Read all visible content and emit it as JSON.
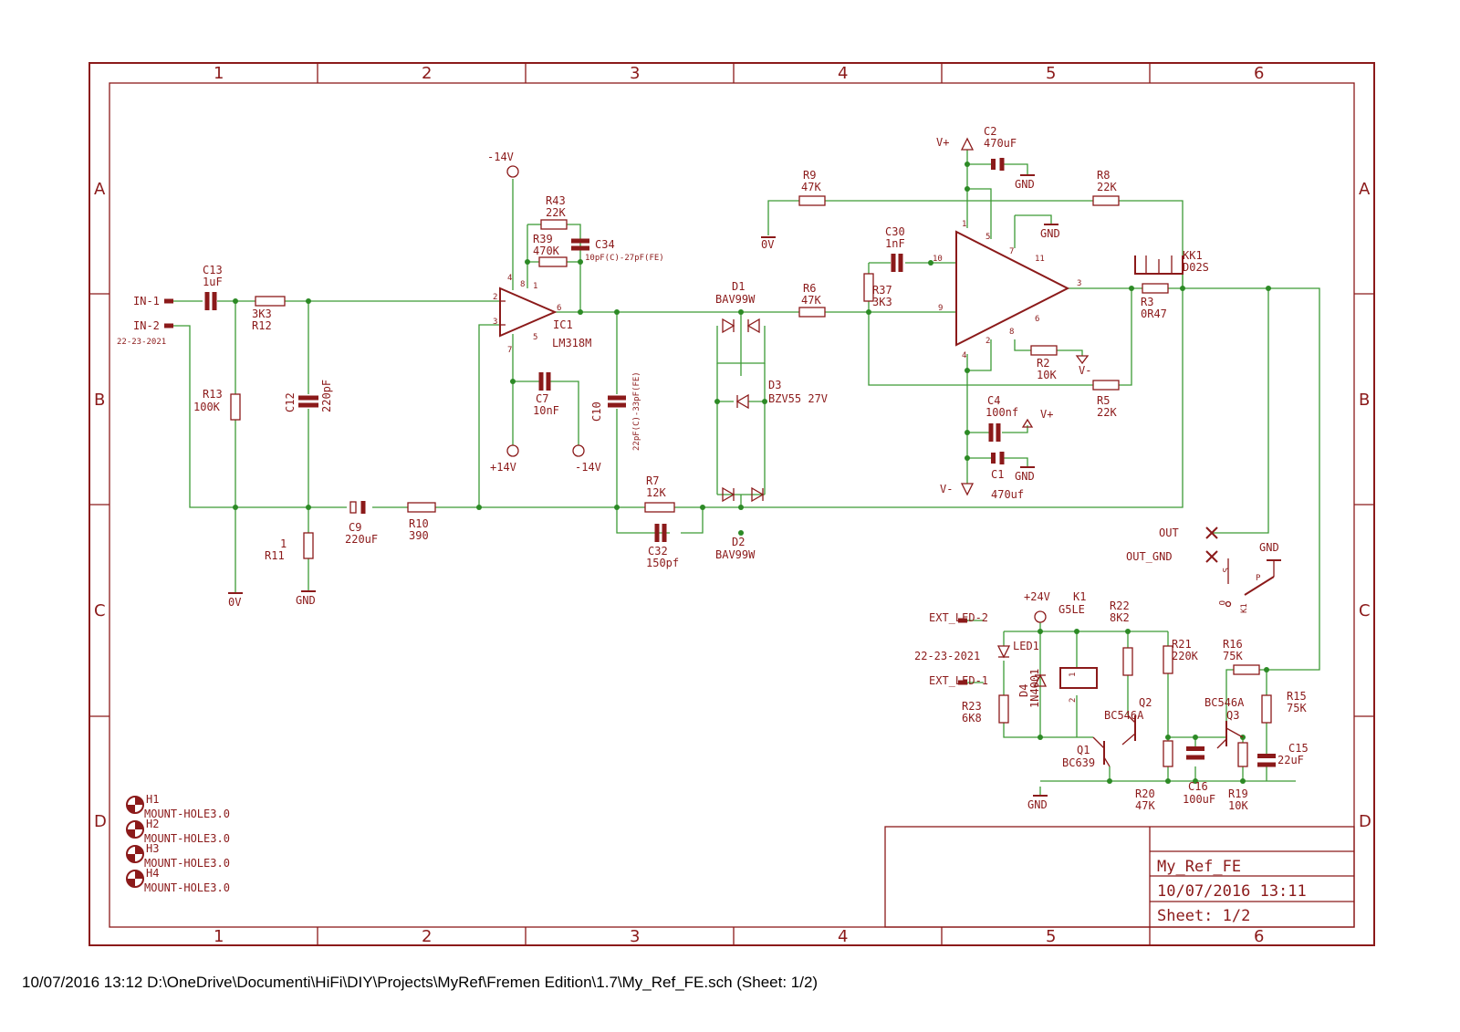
{
  "frame": {
    "columns": [
      "1",
      "2",
      "3",
      "4",
      "5",
      "6"
    ],
    "rows": [
      "A",
      "B",
      "C",
      "D"
    ]
  },
  "labels": {
    "in1": "IN-1",
    "in2": "IN-2",
    "in2_ref": "22-23-2021",
    "c13": "C13",
    "c13_val": "1uF",
    "r12_val": "3K3",
    "r12": "R12",
    "r13": "R13",
    "r13_val": "100K",
    "c12": "C12",
    "c12_val": "220pF",
    "r11_val": "1",
    "r11": "R11",
    "zero_v": "0V",
    "gnd": "GND",
    "c9": "C9",
    "c9_val": "220uF",
    "r10": "R10",
    "r10_val": "390",
    "neg14_top": "-14V",
    "pos14": "+14V",
    "neg14_bot": "-14V",
    "r43": "R43",
    "r43_val": "22K",
    "r39": "R39",
    "r39_val": "470K",
    "c34": "C34",
    "c34_val": "10pF(C)-27pF(FE)",
    "ic1": "IC1",
    "ic1_val": "LM318M",
    "pin_4": "4",
    "pin_8": "8",
    "pin_2": "2",
    "pin_3": "3",
    "pin_6": "6",
    "pin_7": "7",
    "pin_5": "5",
    "pin_1": "1",
    "c7": "C7",
    "c7_val": "10nF",
    "c10": "C10",
    "c10_val": "22pF(C)-33pF(FE)",
    "r7": "R7",
    "r7_val": "12K",
    "c32": "C32",
    "c32_val": "150pf",
    "d1": "D1",
    "d1_val": "BAV99W",
    "d3": "D3",
    "d3_val": "BZV55 27V",
    "d2": "D2",
    "d2_val": "BAV99W",
    "r9": "R9",
    "r9_val": "47K",
    "zero_v_mid": "0V",
    "r6": "R6",
    "r6_val": "47K",
    "c30": "C30",
    "c30_val": "1nF",
    "r37": "R37",
    "r37_val": "3K3",
    "vplus_top": "V+",
    "c2": "C2",
    "c2_val": "470uF",
    "gnd_c2": "GND",
    "r8": "R8",
    "r8_val": "22K",
    "gnd_op": "GND",
    "op_pin10": "10",
    "op_pin9": "9",
    "op_pin3": "3",
    "op_pin1": "1",
    "op_pin5": "5",
    "op_pin7": "7",
    "op_pin11": "11",
    "op_pin6": "6",
    "op_pin8": "8",
    "op_pin2": "2",
    "op_pin4": "4",
    "kk1": "KK1",
    "kk1_val": "D02S",
    "r3": "R3",
    "r3_val": "0R47",
    "r2": "R2",
    "r2_val": "10K",
    "vminus_r2": "V-",
    "r5": "R5",
    "r5_val": "22K",
    "c4": "C4",
    "c4_val": "100nf",
    "vplus_c4": "V+",
    "c1": "C1",
    "c1_val": "470uf",
    "gnd_c1": "GND",
    "vminus_bot": "V-",
    "out": "OUT",
    "out_gnd": "OUT_GND",
    "gnd_k1": "GND",
    "k1_s": "S",
    "k1_p": "P",
    "k1_o": "O",
    "k1_coil": "K1",
    "p24v": "+24V",
    "k1": "K1",
    "k1_val": "G5LE",
    "r22": "R22",
    "r22_val": "8K2",
    "ext_led2": "EXT_LED-2",
    "led_ref": "22-23-2021",
    "ext_led1": "EXT_LED-1",
    "led1": "LED1",
    "d4": "D4",
    "d4_val": "1N4001",
    "r21": "R21",
    "r21_val": "220K",
    "r16": "R16",
    "r16_val": "75K",
    "r15": "R15",
    "r15_val": "75K",
    "q2": "Q2",
    "q2_val": "BC546A",
    "q3": "Q3",
    "q3_val": "BC546A",
    "r23": "R23",
    "r23_val": "6K8",
    "q1": "Q1",
    "q1_val": "BC639",
    "c15": "C15",
    "c15_val": "22uF",
    "gnd_relay": "GND",
    "r20": "R20",
    "r20_val": "47K",
    "c16": "C16",
    "c16_val": "100uF",
    "r19": "R19",
    "r19_val": "10K",
    "coil_1": "1",
    "coil_2": "2",
    "h1": "H1",
    "h2": "H2",
    "h3": "H3",
    "h4": "H4",
    "mount_hole": "MOUNT-HOLE3.0"
  },
  "title_block": {
    "name": "My_Ref_FE",
    "date": "10/07/2016 13:11",
    "sheet": "Sheet: 1/2"
  },
  "footer": "10/07/2016 13:12  D:\\OneDrive\\Documenti\\HiFi\\DIY\\Projects\\MyRef\\Fremen Edition\\1.7\\My_Ref_FE.sch (Sheet: 1/2)",
  "colors": {
    "frame": "#8b1a1a",
    "wire": "#3c9a35"
  }
}
